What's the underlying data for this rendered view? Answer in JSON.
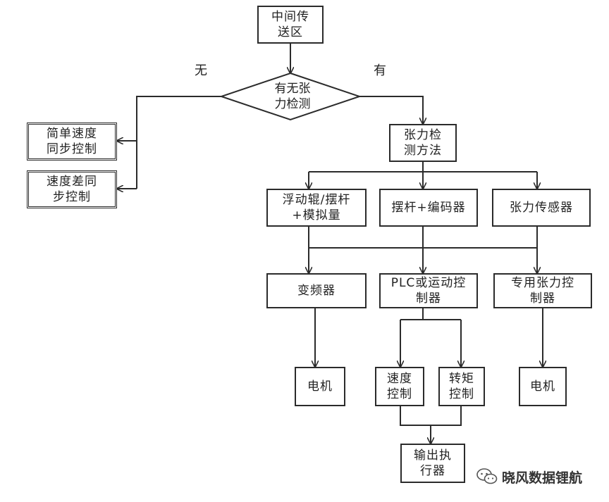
{
  "nodes": {
    "start": "中间传\n送区",
    "decision": "有无张\n力检测",
    "simple_sync": "简单速度\n同步控制",
    "speed_diff": "速度差同\n步控制",
    "method": "张力检\n测方法",
    "dancer": "浮动辊/摆杆\n+模拟量",
    "encoder": "摆杆+编码器",
    "sensor": "张力传感器",
    "inverter": "变频器",
    "plc": "PLC或运动控\n制器",
    "tension_ctrl": "专用张力控\n制器",
    "motor_left": "电机",
    "speed_ctrl": "速度\n控制",
    "torque_ctrl": "转矩\n控制",
    "motor_right": "电机",
    "actuator": "输出执\n行器"
  },
  "edge_labels": {
    "no": "无",
    "yes": "有"
  },
  "watermark": {
    "text": "晓风数据锂航",
    "icon": "wechat-icon"
  },
  "colors": {
    "line": "#2b2b2b",
    "background": "#ffffff"
  }
}
